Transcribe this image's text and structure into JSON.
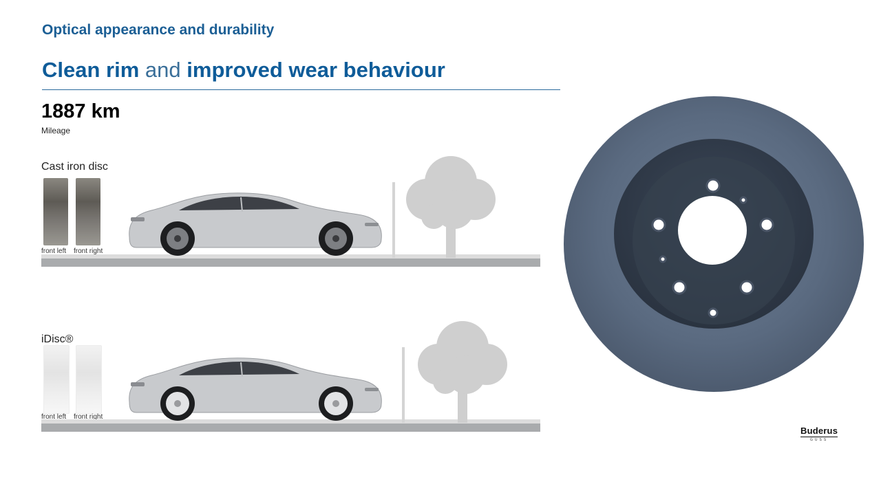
{
  "header": {
    "subtitle": "Optical appearance and durability",
    "headline_part1": "Clean rim",
    "headline_and": "and",
    "headline_part2": "improved wear behaviour"
  },
  "mileage": {
    "value": "1887 km",
    "label": "Mileage"
  },
  "comparison": [
    {
      "title": "Cast iron disc",
      "left_label": "front left",
      "right_label": "front right",
      "condition": "dirty"
    },
    {
      "title": "iDisc®",
      "left_label": "front left",
      "right_label": "front right",
      "condition": "clean"
    }
  ],
  "logo": {
    "name": "Buderus",
    "sub": "GUSS"
  },
  "colors": {
    "accent": "#0f5c99",
    "road": "#a9abad",
    "disc": "#5a6a7e"
  }
}
